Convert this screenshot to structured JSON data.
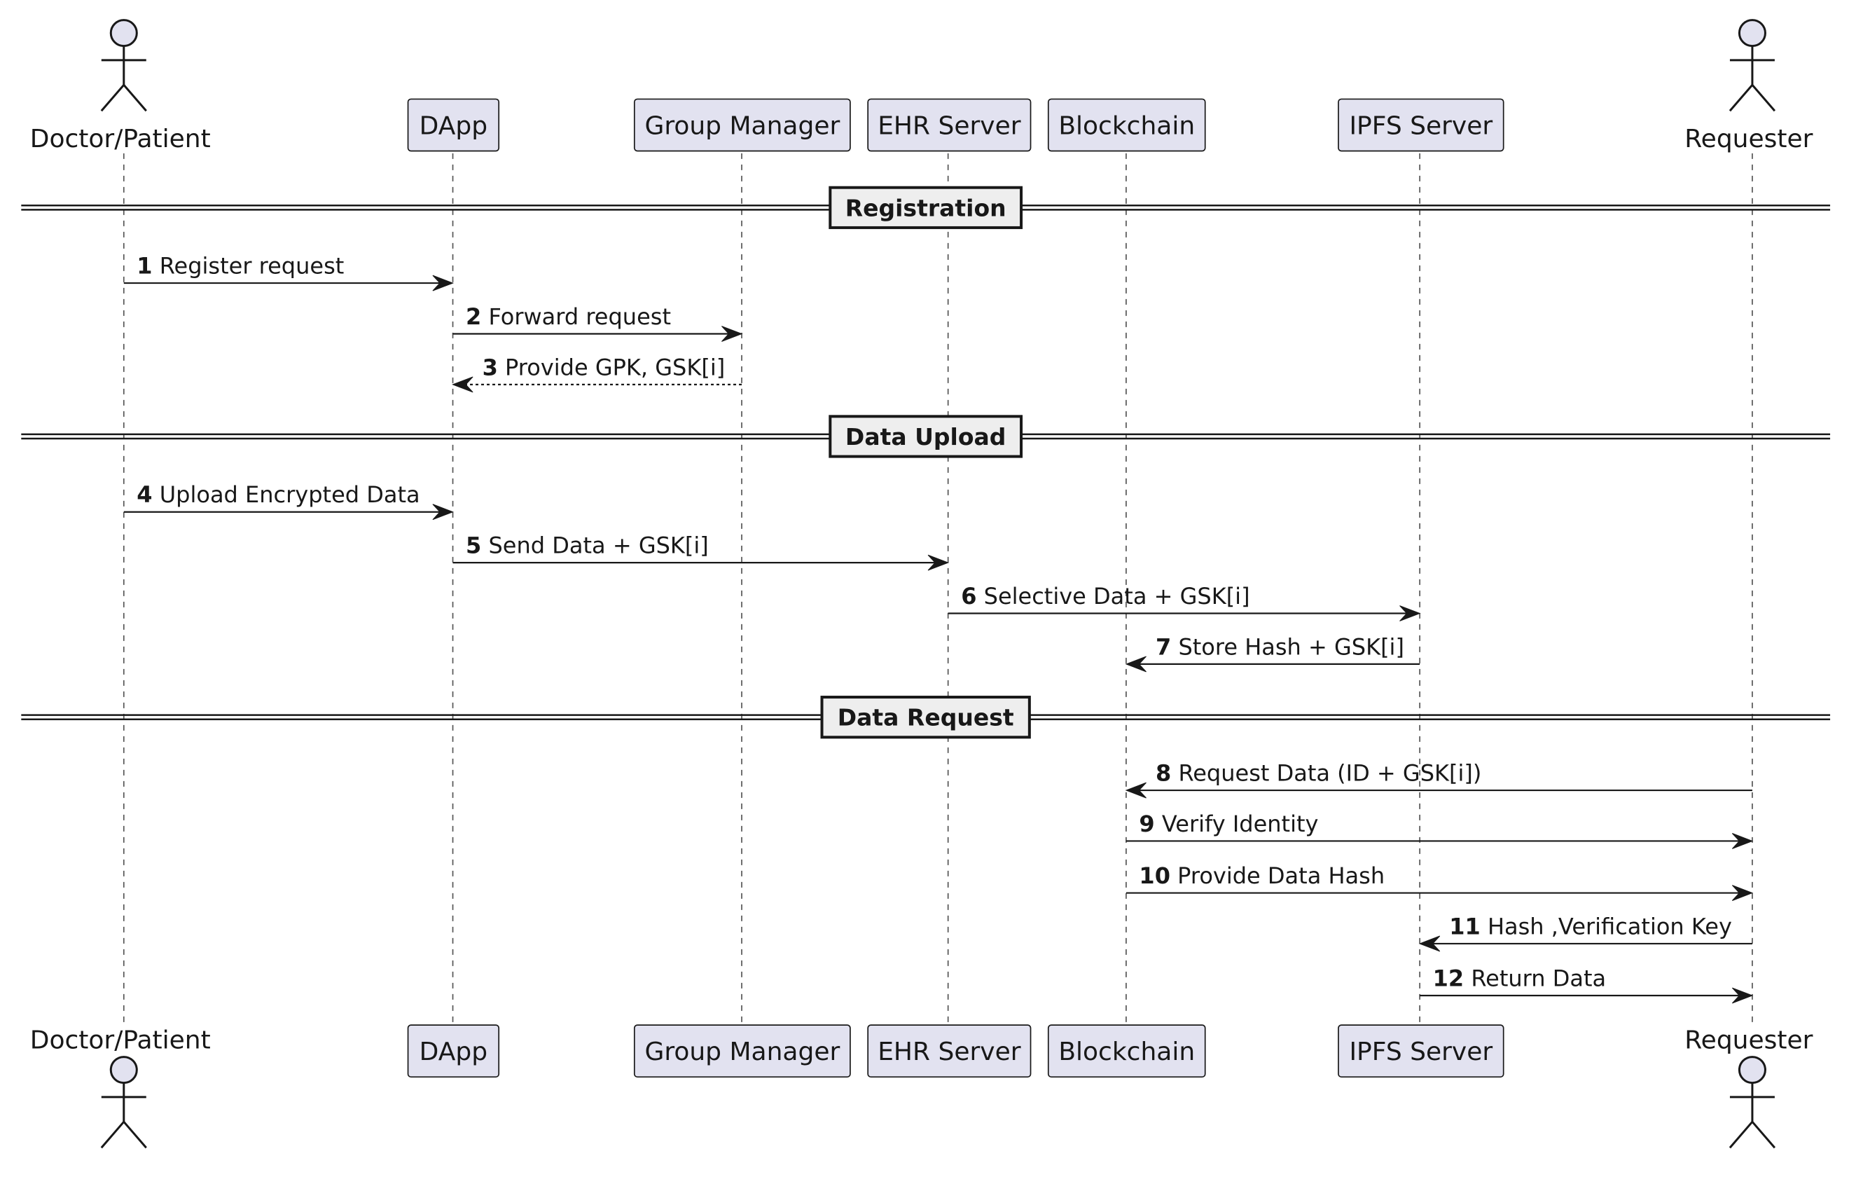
{
  "participants": [
    {
      "label": "Doctor/Patient",
      "kind": "actor"
    },
    {
      "label": "DApp",
      "kind": "participant"
    },
    {
      "label": "Group Manager",
      "kind": "participant"
    },
    {
      "label": "EHR Server",
      "kind": "participant"
    },
    {
      "label": "Blockchain",
      "kind": "participant"
    },
    {
      "label": "IPFS Server",
      "kind": "participant"
    },
    {
      "label": "Requester",
      "kind": "actor"
    }
  ],
  "dividers": [
    "Registration",
    "Data Upload",
    "Data Request"
  ],
  "messages": [
    {
      "num": "1",
      "text": "Register request",
      "from": 0,
      "to": 1,
      "style": "solid"
    },
    {
      "num": "2",
      "text": "Forward request",
      "from": 1,
      "to": 2,
      "style": "solid"
    },
    {
      "num": "3",
      "text": "Provide GPK, GSK[i]",
      "from": 2,
      "to": 1,
      "style": "dashed"
    },
    {
      "num": "4",
      "text": "Upload Encrypted Data",
      "from": 0,
      "to": 1,
      "style": "solid"
    },
    {
      "num": "5",
      "text": "Send Data + GSK[i]",
      "from": 1,
      "to": 3,
      "style": "solid"
    },
    {
      "num": "6",
      "text": "Selective Data + GSK[i]",
      "from": 3,
      "to": 5,
      "style": "solid"
    },
    {
      "num": "7",
      "text": "Store Hash + GSK[i]",
      "from": 5,
      "to": 4,
      "style": "solid"
    },
    {
      "num": "8",
      "text": "Request Data (ID + GSK[i])",
      "from": 6,
      "to": 4,
      "style": "solid"
    },
    {
      "num": "9",
      "text": "Verify Identity",
      "from": 4,
      "to": 6,
      "style": "solid"
    },
    {
      "num": "10",
      "text": "Provide Data Hash",
      "from": 4,
      "to": 6,
      "style": "solid"
    },
    {
      "num": "11",
      "text": "Hash ,Verification Key",
      "from": 6,
      "to": 5,
      "style": "solid"
    },
    {
      "num": "12",
      "text": "Return Data",
      "from": 5,
      "to": 6,
      "style": "solid"
    }
  ]
}
